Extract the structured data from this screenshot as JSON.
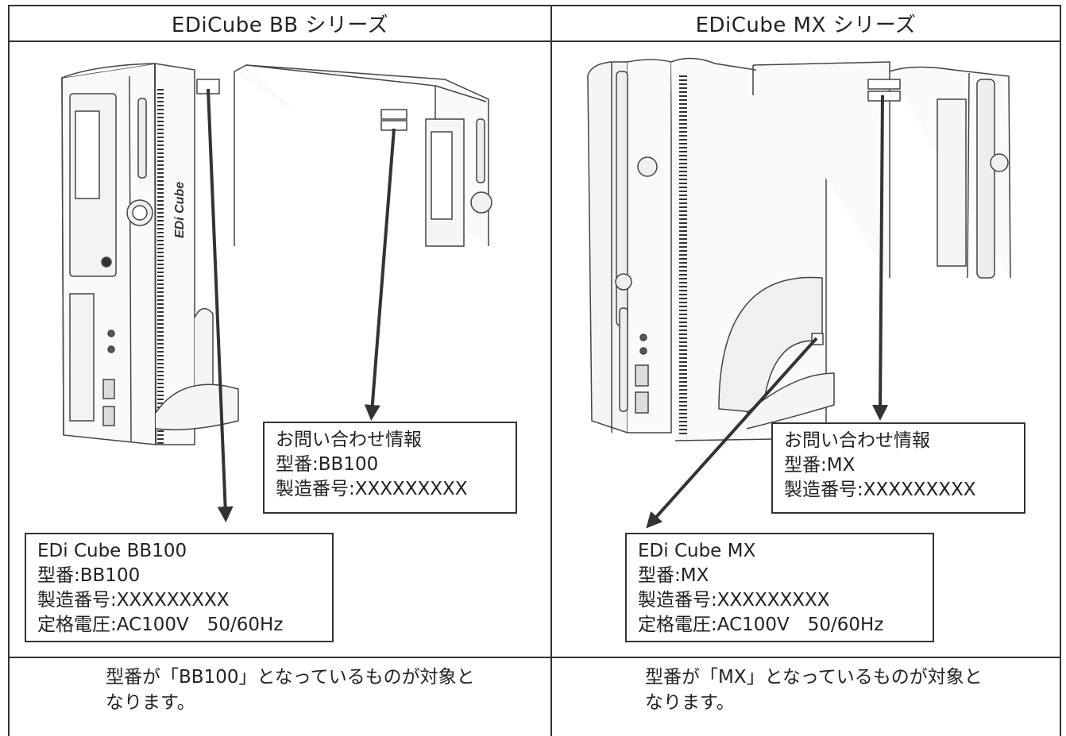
{
  "columns": [
    {
      "header": "EDiCube BB シリーズ",
      "case_brand": "EDi Cube",
      "inquiry_label": {
        "lines": [
          "お問い合わせ情報",
          "型番:BB100",
          "製造番号:XXXXXXXXX"
        ]
      },
      "rating_label": {
        "lines": [
          "EDi Cube BB100",
          "型番:BB100",
          "製造番号:XXXXXXXXX",
          "定格電圧:AC100V　50/60Hz"
        ]
      },
      "note": [
        "型番が「BB100」となっているものが対象と",
        "なります。"
      ]
    },
    {
      "header": "EDiCube MX シリーズ",
      "inquiry_label": {
        "lines": [
          "お問い合わせ情報",
          "型番:MX",
          "製造番号:XXXXXXXXX"
        ]
      },
      "rating_label": {
        "lines": [
          "EDi Cube MX",
          "型番:MX",
          "製造番号:XXXXXXXXX",
          "定格電圧:AC100V　50/60Hz"
        ]
      },
      "note": [
        "型番が「MX」となっているものが対象と",
        "なります。"
      ]
    }
  ]
}
